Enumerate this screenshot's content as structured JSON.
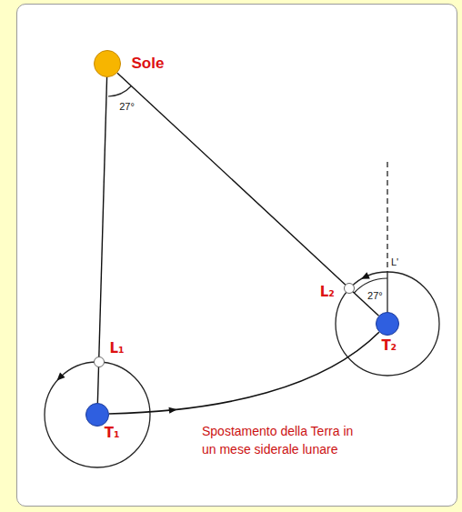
{
  "diagram": {
    "nodes": [
      {
        "text": [
          "Sole"
        ]
      },
      {
        "text": [
          "L₁"
        ]
      },
      {
        "text": [
          "T₁"
        ]
      },
      {
        "text": [
          "L₂"
        ]
      },
      {
        "text": [
          "T₂"
        ]
      }
    ],
    "edges": [
      {
        "from": 0,
        "to": 2,
        "arrow": "none"
      },
      {
        "from": 0,
        "to": 4,
        "arrow": "none"
      },
      {
        "from": 2,
        "to": 4,
        "arrow": "to"
      }
    ],
    "labels": [
      "27°",
      "27°",
      "L'",
      "Spostamento della Terra in un mese siderale lunare"
    ]
  }
}
